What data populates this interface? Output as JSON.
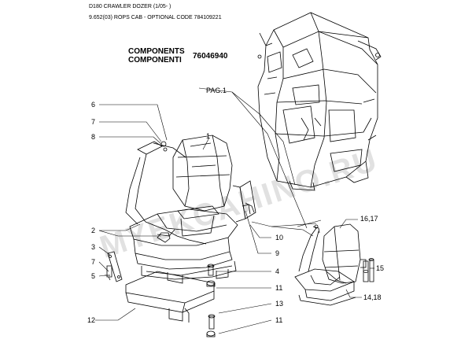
{
  "header": {
    "line1": "D180 CRAWLER DOZER (1/05- )",
    "line2": "9.652(03) ROPS CAB - OPTIONAL CODE 784109221"
  },
  "components": {
    "label_en": "COMPONENTS",
    "label_it": "COMPONENTI",
    "part_number": "76046940"
  },
  "page_ref": "PAG.1",
  "watermark": "MYEKCAHINO.RU",
  "callouts": [
    "1",
    "2",
    "3",
    "4",
    "5",
    "6",
    "7",
    "7",
    "8",
    "9",
    "10",
    "11",
    "11",
    "12",
    "13",
    "14,18",
    "15",
    "16,17"
  ]
}
